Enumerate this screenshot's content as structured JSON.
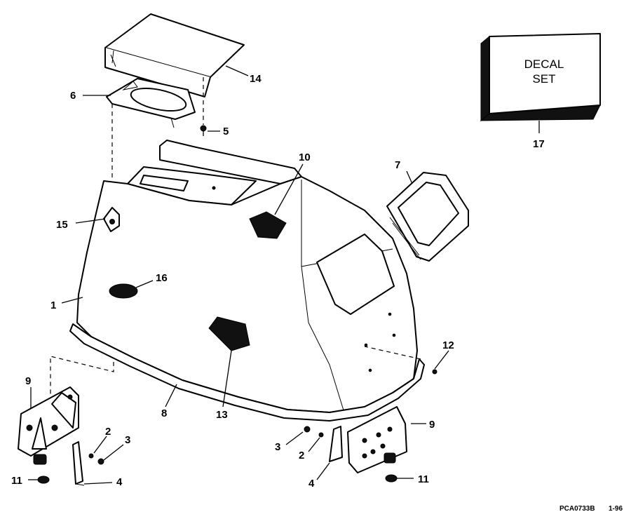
{
  "decal_box": {
    "line1": "DECAL",
    "line2": "SET"
  },
  "callouts": {
    "c1": "1",
    "c2a": "2",
    "c2b": "2",
    "c3a": "3",
    "c3b": "3",
    "c4a": "4",
    "c4b": "4",
    "c5": "5",
    "c6": "6",
    "c7": "7",
    "c8": "8",
    "c9a": "9",
    "c9b": "9",
    "c10": "10",
    "c11a": "11",
    "c11b": "11",
    "c12": "12",
    "c13": "13",
    "c14": "14",
    "c15": "15",
    "c16": "16",
    "c17": "17"
  },
  "footer": {
    "code": "PCA0733B",
    "date": "1-96"
  }
}
